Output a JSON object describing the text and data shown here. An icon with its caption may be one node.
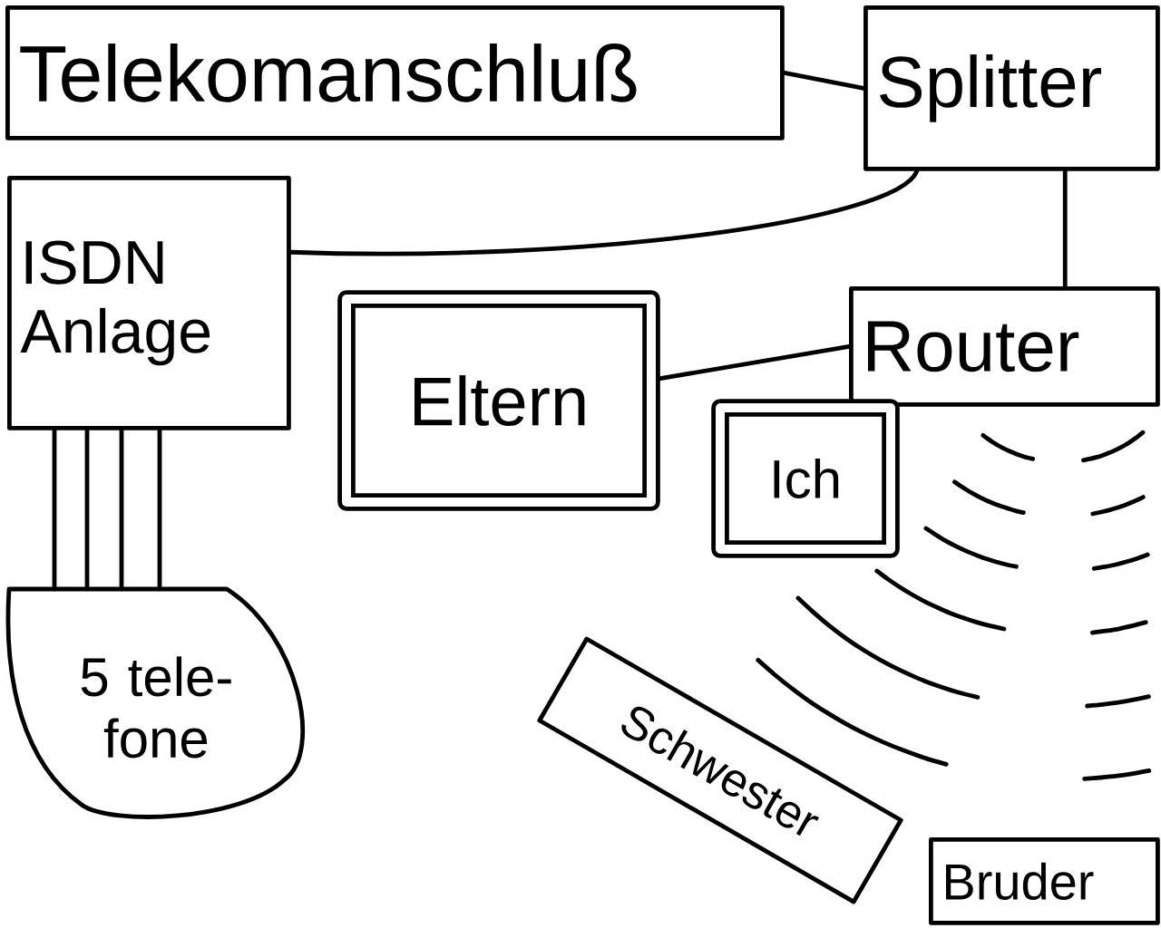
{
  "diagram": {
    "nodes": [
      {
        "text": [
          "Telekomanschluß"
        ]
      },
      {
        "text": [
          "Splitter"
        ]
      },
      {
        "text": [
          "ISDN Anlage"
        ]
      },
      {
        "text": [
          "Eltern"
        ]
      },
      {
        "text": [
          "Router"
        ]
      },
      {
        "text": [
          "Ich"
        ]
      },
      {
        "text": [
          "5 tele- fone"
        ]
      },
      {
        "text": [
          "Schwester"
        ]
      },
      {
        "text": [
          "Bruder"
        ]
      }
    ],
    "edges": [
      {
        "from": 0,
        "to": 1,
        "arrow": "none"
      },
      {
        "from": 1,
        "to": 2,
        "arrow": "none"
      },
      {
        "from": 1,
        "to": 4,
        "arrow": "none"
      },
      {
        "from": 3,
        "to": 4,
        "arrow": "none"
      },
      {
        "from": 2,
        "to": 6,
        "arrow": "none"
      },
      {
        "from": 2,
        "to": 6,
        "arrow": "none"
      },
      {
        "from": 2,
        "to": 6,
        "arrow": "none"
      },
      {
        "from": 2,
        "to": 6,
        "arrow": "none"
      }
    ]
  }
}
